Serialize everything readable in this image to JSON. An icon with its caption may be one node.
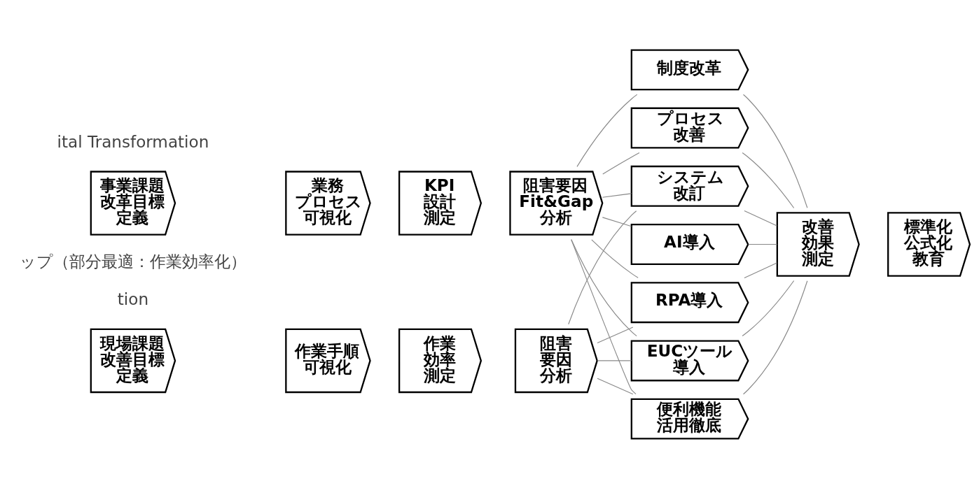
{
  "diagram": {
    "nodes": [
      {
        "text": [
          "事業課題改革目標定義"
        ]
      },
      {
        "text": [
          "業務プロセス可視化"
        ]
      },
      {
        "text": [
          "KPI設計測定"
        ]
      },
      {
        "text": [
          "阻害要因Fit&Gap分析"
        ]
      },
      {
        "text": [
          "現場課題改善目標定義"
        ]
      },
      {
        "text": [
          "作業手順可視化"
        ]
      },
      {
        "text": [
          "作業効率測定"
        ]
      },
      {
        "text": [
          "阻害要因分析"
        ]
      },
      {
        "text": [
          "制度改革"
        ]
      },
      {
        "text": [
          "プロセス改善"
        ]
      },
      {
        "text": [
          "システム改訂"
        ]
      },
      {
        "text": [
          "AI導入"
        ]
      },
      {
        "text": [
          "RPA導入"
        ]
      },
      {
        "text": [
          "EUCツール導入"
        ]
      },
      {
        "text": [
          "便利機能活用徹底"
        ]
      },
      {
        "text": [
          "改善効果測定"
        ]
      },
      {
        "text": [
          "標準化公式化教育"
        ]
      }
    ],
    "edges": [
      {
        "from": 3,
        "to": 8,
        "arrow": "none"
      },
      {
        "from": 3,
        "to": 9,
        "arrow": "none"
      },
      {
        "from": 3,
        "to": 10,
        "arrow": "none"
      },
      {
        "from": 3,
        "to": 11,
        "arrow": "none"
      },
      {
        "from": 3,
        "to": 12,
        "arrow": "none"
      },
      {
        "from": 3,
        "to": 13,
        "arrow": "none"
      },
      {
        "from": 3,
        "to": 14,
        "arrow": "none"
      },
      {
        "from": 7,
        "to": 10,
        "arrow": "none"
      },
      {
        "from": 7,
        "to": 12,
        "arrow": "none"
      },
      {
        "from": 7,
        "to": 13,
        "arrow": "none"
      },
      {
        "from": 7,
        "to": 14,
        "arrow": "none"
      },
      {
        "from": 8,
        "to": 15,
        "arrow": "none"
      },
      {
        "from": 9,
        "to": 15,
        "arrow": "none"
      },
      {
        "from": 10,
        "to": 15,
        "arrow": "none"
      },
      {
        "from": 11,
        "to": 15,
        "arrow": "none"
      },
      {
        "from": 12,
        "to": 15,
        "arrow": "none"
      },
      {
        "from": 13,
        "to": 15,
        "arrow": "none"
      },
      {
        "from": 14,
        "to": 15,
        "arrow": "none"
      }
    ],
    "labels": [
      "ital Transformation",
      "ップ（部分最適：作業効率化）",
      "tion"
    ]
  }
}
